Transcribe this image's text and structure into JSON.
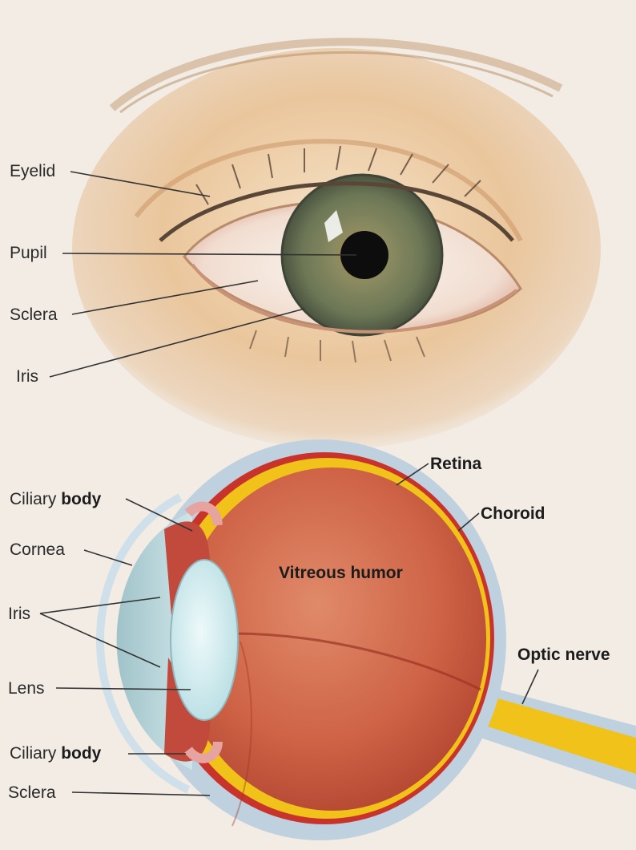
{
  "colors": {
    "background": "#f2ece4",
    "skin": "#e9c398",
    "iris": "#6f7a5a",
    "pupil": "#0d0d0d",
    "vitreous": "#c8563c",
    "retina": "#f0c21a",
    "choroid": "#c8332b",
    "sclera_outer": "#bfd0de",
    "lens": "#d5ecef",
    "leader_line": "#333333"
  },
  "top_view": {
    "labels": {
      "eyelid": "Eyelid",
      "pupil": "Pupil",
      "sclera": "Sclera",
      "iris": "Iris"
    }
  },
  "cross_section": {
    "labels": {
      "ciliary_body_top_light": "Ciliary",
      "ciliary_body_top_bold": "body",
      "cornea": "Cornea",
      "iris": "Iris",
      "lens": "Lens",
      "ciliary_body_bottom_light": "Ciliary",
      "ciliary_body_bottom_bold": "body",
      "sclera": "Sclera",
      "retina": "Retina",
      "choroid": "Choroid",
      "vitreous_humor": "Vitreous humor",
      "optic_nerve": "Optic nerve"
    }
  }
}
